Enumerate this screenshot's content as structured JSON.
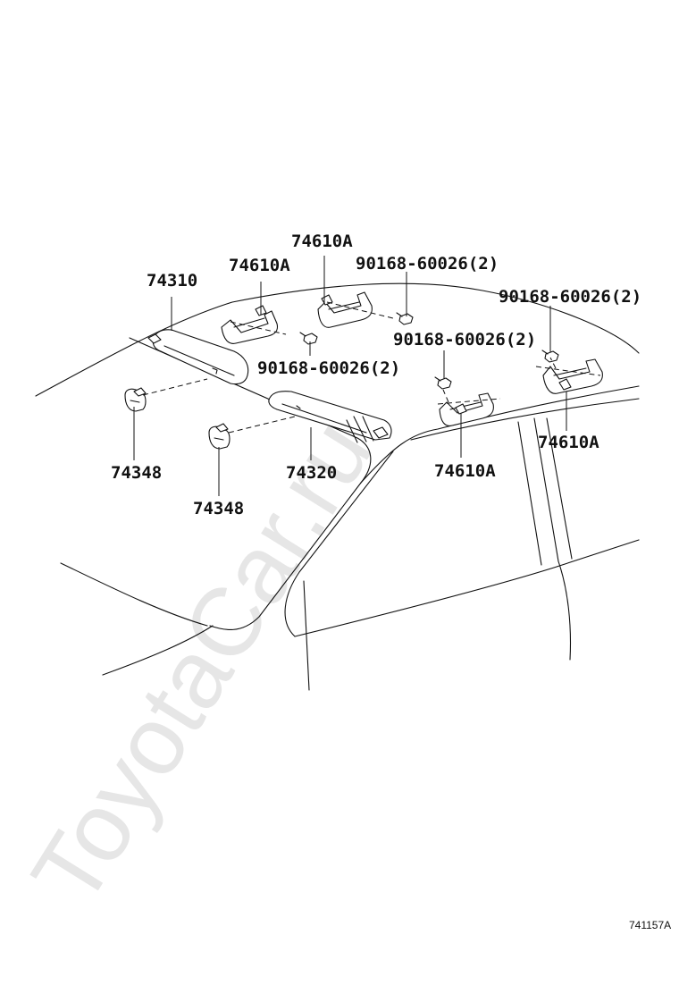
{
  "watermark": "ToyotaCar.ru",
  "figure_code": "741157A",
  "parts": {
    "sun_visor_left": "74310",
    "sun_visor_right": "74320",
    "visor_holder_a": "74348",
    "visor_holder_b": "74348",
    "assist_grip_1": "74610A",
    "assist_grip_2": "74610A",
    "assist_grip_3": "74610A",
    "assist_grip_4": "74610A",
    "screw_1": "90168-60026(2)",
    "screw_2": "90168-60026(2)",
    "screw_3": "90168-60026(2)",
    "screw_4": "90168-60026(2)"
  }
}
